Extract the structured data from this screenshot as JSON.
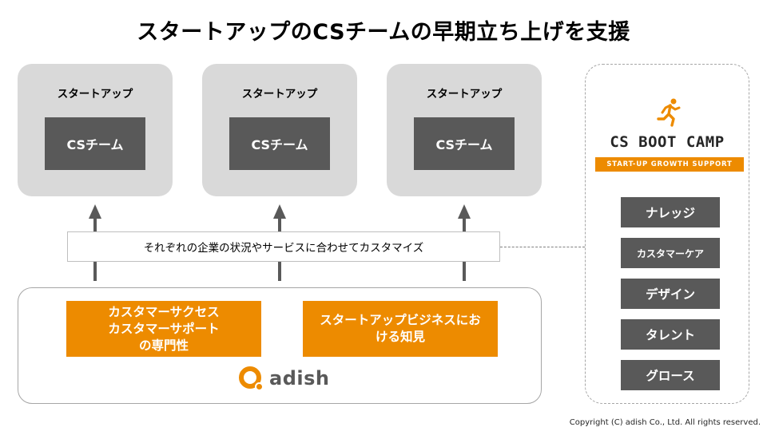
{
  "title": "スタートアップのCSチームの早期立ち上げを支援",
  "startups": [
    {
      "label": "スタートアップ",
      "team": "CSチーム"
    },
    {
      "label": "スタートアップ",
      "team": "CSチーム"
    },
    {
      "label": "スタートアップ",
      "team": "CSチーム"
    }
  ],
  "customize_text": "それぞれの企業の状況やサービスに合わせてカスタマイズ",
  "adish": {
    "expertise_lines": [
      "カスタマーサクセス",
      "カスタマーサポート",
      "の専門性"
    ],
    "knowledge_lines": [
      "スタートアップビジネスにお",
      "ける知見"
    ],
    "logo_text": "adish"
  },
  "bootcamp": {
    "icon": "runner-icon",
    "title": "CS BOOT CAMP",
    "subtitle": "START-UP GROWTH SUPPORT",
    "items": [
      "ナレッジ",
      "カスタマーケア",
      "デザイン",
      "タレント",
      "グロース"
    ]
  },
  "copyright": "Copyright (C) adish Co., Ltd. All rights reserved.",
  "colors": {
    "accent": "#ed8b00",
    "dark_box": "#595959",
    "card": "#d9d9d9"
  }
}
